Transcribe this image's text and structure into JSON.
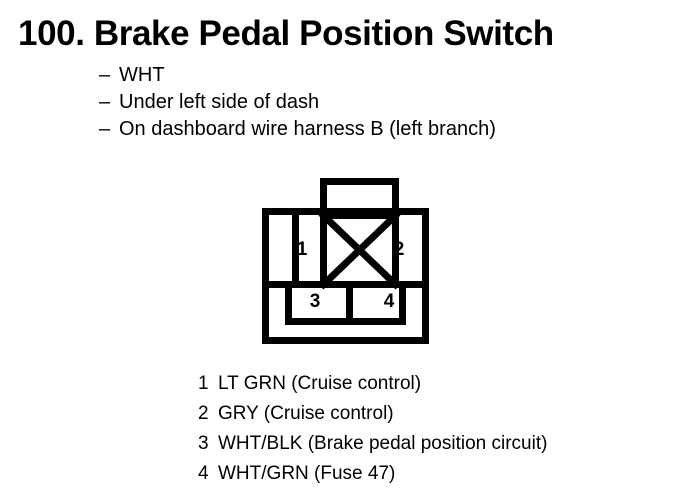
{
  "title": "100.  Brake Pedal Position Switch",
  "bullets": [
    {
      "dash": "–",
      "text": "WHT"
    },
    {
      "dash": "–",
      "text": "Under left side of dash"
    },
    {
      "dash": "–",
      "text": "On dashboard wire harness B (left branch)"
    }
  ],
  "connector": {
    "cavities": [
      {
        "number": "1"
      },
      {
        "number": "2"
      },
      {
        "number": "3"
      },
      {
        "number": "4"
      }
    ]
  },
  "legend": [
    {
      "num": "1",
      "label": "LT GRN (Cruise control)"
    },
    {
      "num": "2",
      "label": "GRY (Cruise control)"
    },
    {
      "num": "3",
      "label": "WHT/BLK (Brake pedal position circuit)"
    },
    {
      "num": "4",
      "label": "WHT/GRN (Fuse 47)"
    }
  ],
  "colors": {
    "ink": "#000000",
    "background": "#ffffff"
  }
}
